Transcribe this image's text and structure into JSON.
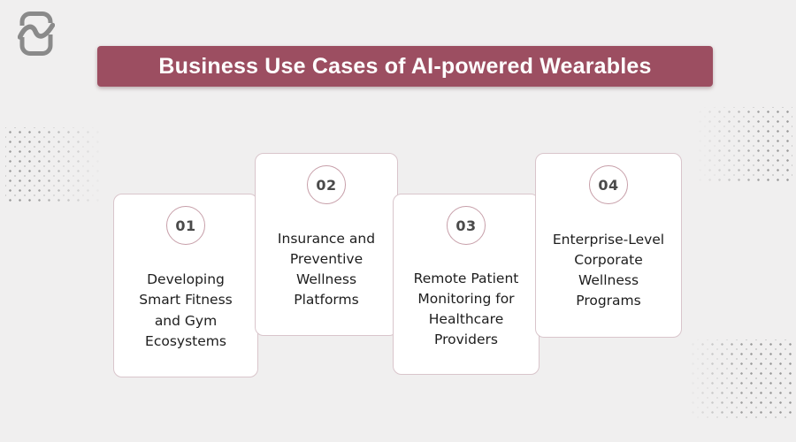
{
  "page": {
    "background_color": "#f0efef"
  },
  "logo": {
    "icon": "brand-logo-icon",
    "color": "#8a8a8a"
  },
  "header": {
    "title": "Business Use Cases of AI-powered Wearables",
    "banner_color": "#9c4e61",
    "title_color": "#ffffff"
  },
  "cards": [
    {
      "number": "01",
      "label": "Developing Smart Fitness and Gym Ecosystems"
    },
    {
      "number": "02",
      "label": "Insurance and Preventive Wellness Platforms"
    },
    {
      "number": "03",
      "label": "Remote Patient Monitoring for Healthcare Providers"
    },
    {
      "number": "04",
      "label": "Enterprise-Level Corporate Wellness Programs"
    }
  ],
  "decorations": {
    "dot_pattern_color": "#979797",
    "card_border_color": "#d9c5cb",
    "circle_border_color": "#c79fa9"
  }
}
